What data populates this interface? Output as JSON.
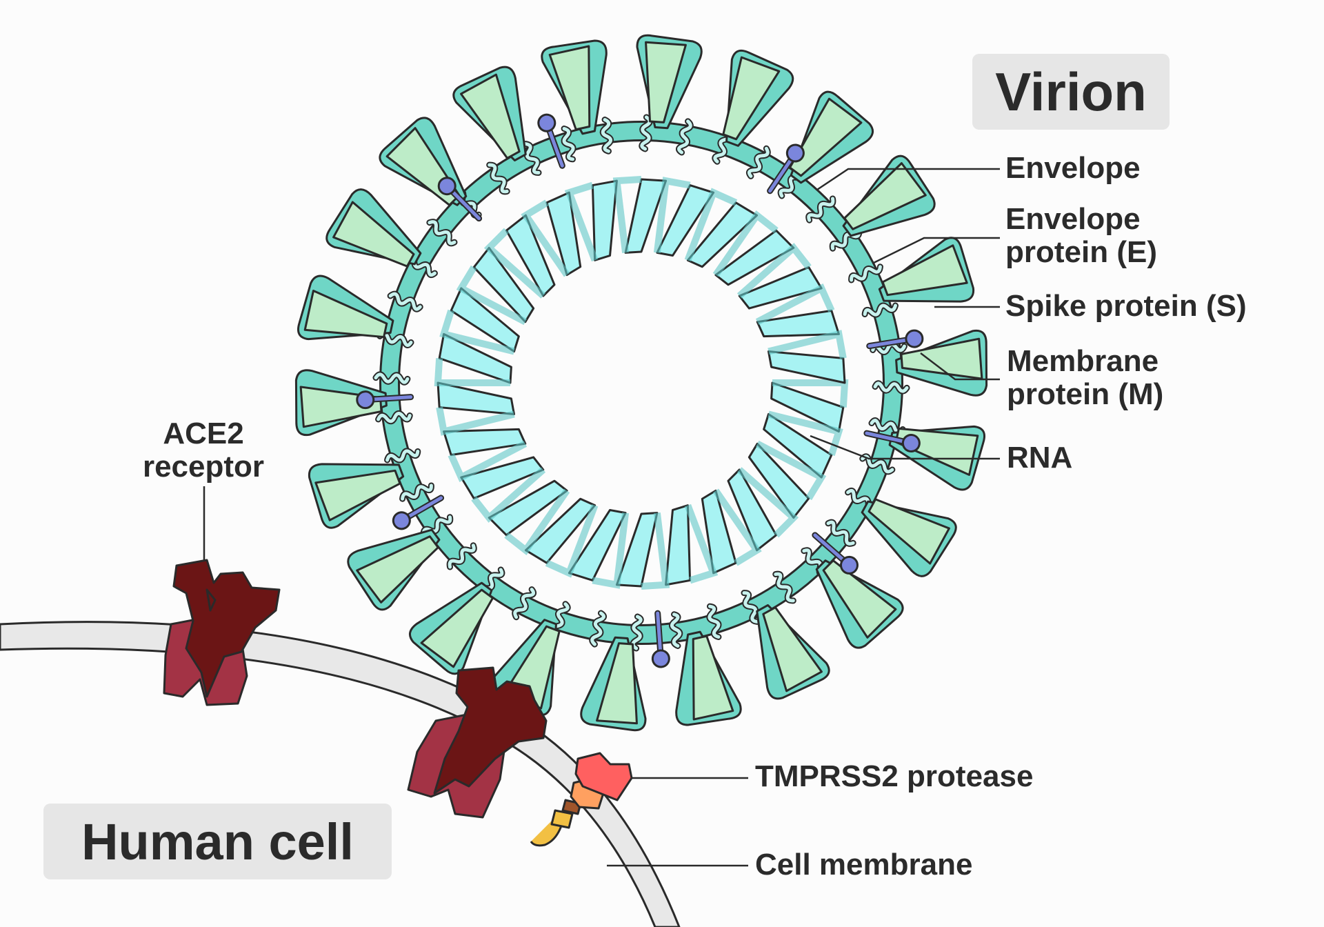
{
  "virion_badge": "Virion",
  "cell_badge": "Human cell",
  "labels": {
    "envelope": "Envelope",
    "envelope_protein": [
      "Envelope",
      "protein (E)"
    ],
    "spike": "Spike protein (S)",
    "membrane_protein": [
      "Membrane",
      "protein (M)"
    ],
    "rna": "RNA",
    "ace2": [
      "ACE2",
      "receptor"
    ],
    "tmprss2": "TMPRSS2 protease",
    "cell_membrane": "Cell membrane"
  },
  "colors": {
    "envelope_ring": "#6fd6c6",
    "spike_outer": "#6fd6c6",
    "spike_inner": "#bdecc8",
    "membrane_protein": "#7b86dc",
    "rna": "#a8f3f3",
    "ace2_dark": "#6b1515",
    "ace2_light": "#a33345",
    "tmprss2_head": "#ff6060",
    "tmprss2_mid": "#ffa060",
    "tmprss2_anchor": "#f2c043",
    "cell_membrane": "#e8e8e8",
    "outline": "#2a2a2a"
  }
}
